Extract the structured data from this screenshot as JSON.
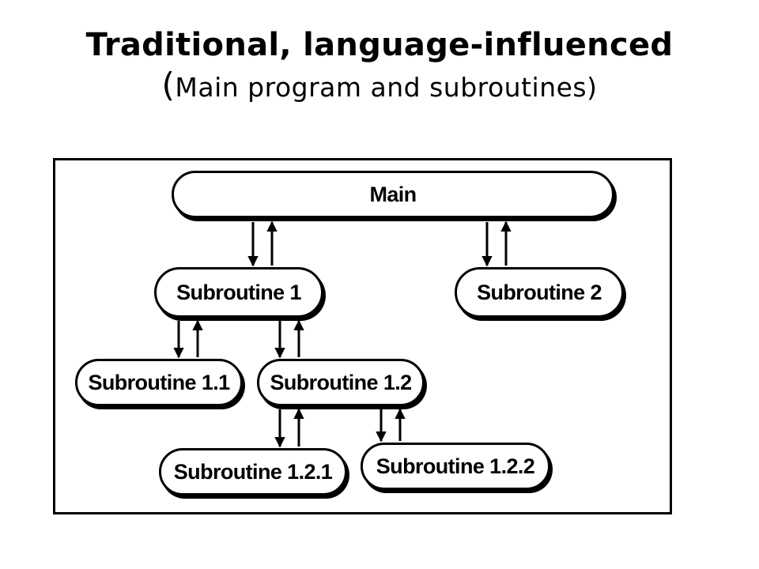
{
  "title": {
    "main": "Traditional, language-influenced",
    "sub_open": "(",
    "sub_text": "Main program and subroutines)"
  },
  "diagram": {
    "nodes": {
      "main": "Main",
      "sub1": "Subroutine 1",
      "sub2": "Subroutine 2",
      "sub11": "Subroutine 1.1",
      "sub12": "Subroutine 1.2",
      "sub121": "Subroutine 1.2.1",
      "sub122": "Subroutine 1.2.2"
    },
    "edges": [
      {
        "from": "main",
        "to": "sub1"
      },
      {
        "from": "main",
        "to": "sub2"
      },
      {
        "from": "sub1",
        "to": "sub11"
      },
      {
        "from": "sub1",
        "to": "sub12"
      },
      {
        "from": "sub12",
        "to": "sub121"
      },
      {
        "from": "sub12",
        "to": "sub122"
      }
    ]
  }
}
